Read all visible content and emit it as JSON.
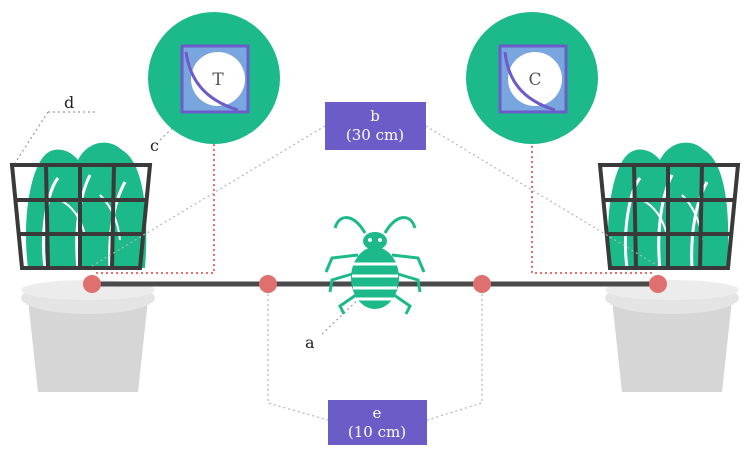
{
  "labels": {
    "a": "a",
    "c": "c",
    "d": "d"
  },
  "boxes": {
    "b": {
      "line1": "b",
      "line2": "(30  cm)"
    },
    "e": {
      "line1": "e",
      "line2": "(10  cm)"
    }
  },
  "circles": {
    "treatment": "T",
    "control": "C"
  },
  "colors": {
    "green": "#1cb98a",
    "purple": "#6b5cc8",
    "blue": "#7aa6e0",
    "pink": "#e07070",
    "bar": "#4a4a4a",
    "pot": "#d6d6d6",
    "cage": "#3a3a3a"
  }
}
